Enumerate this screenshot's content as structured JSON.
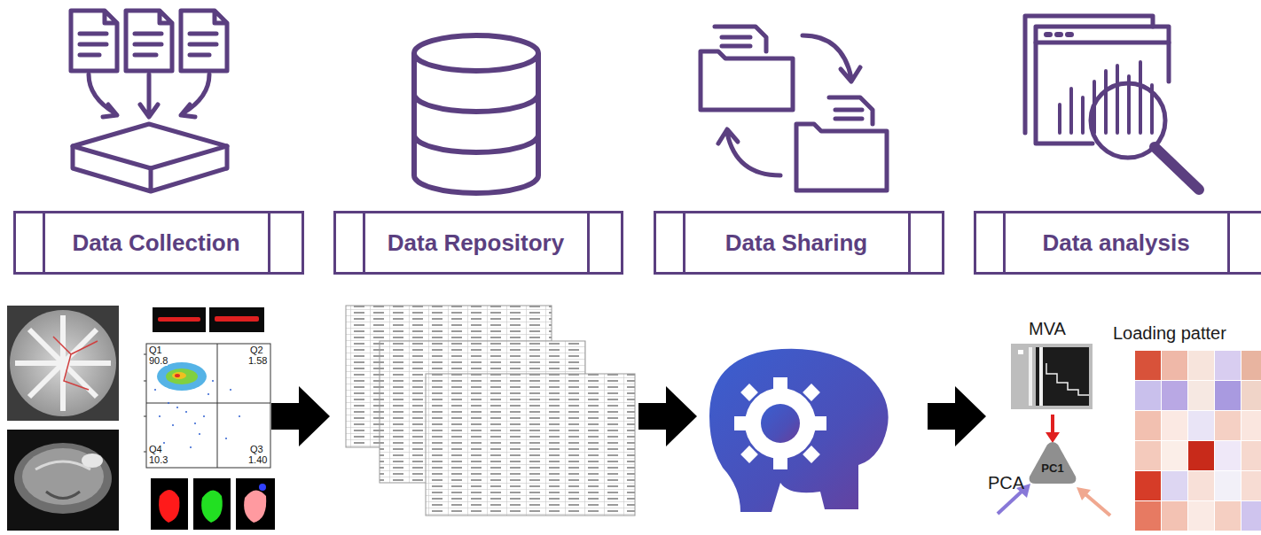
{
  "diagram": {
    "nodes": [
      {
        "text": [
          "Data Collection"
        ]
      },
      {
        "text": [
          "Data Repository"
        ]
      },
      {
        "text": [
          "Data Sharing"
        ]
      },
      {
        "text": [
          "Data analysis"
        ]
      },
      {
        "text": [
          "PC1"
        ]
      }
    ],
    "labels": [
      "Q1",
      "90.8",
      "Q2",
      "1.58",
      "Q4",
      "10.3",
      "Q3",
      "1.40",
      "MVA",
      "Loading patter",
      "PCA"
    ]
  }
}
